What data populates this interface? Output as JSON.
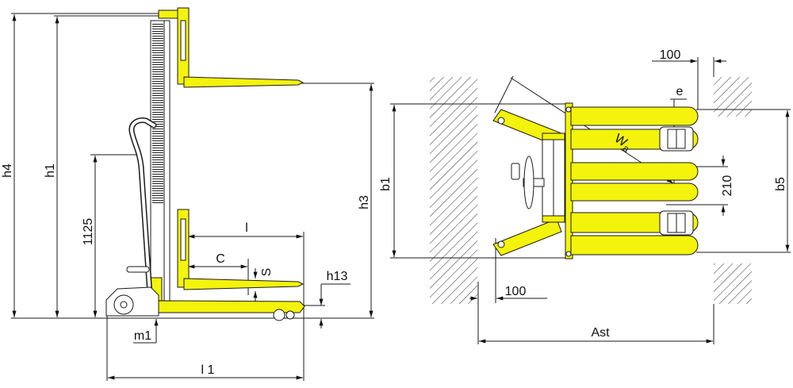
{
  "colors": {
    "stacker_yellow": "#f3f30c",
    "outline": "#1a1a1a",
    "background": "#ffffff"
  },
  "side_view": {
    "h4": "h4",
    "h1": "h1",
    "d1125": "1125",
    "h3": "h3",
    "l": "l",
    "c": "C",
    "s": "S",
    "h13": "h13",
    "m1": "m1",
    "l1": "l 1"
  },
  "top_view": {
    "dim_100_top": "100",
    "e": "e",
    "wa_main": "W",
    "wa_sub": "a",
    "b1": "b1",
    "d210": "210",
    "b5": "b5",
    "dim_100_bottom": "100",
    "ast": "Ast"
  }
}
